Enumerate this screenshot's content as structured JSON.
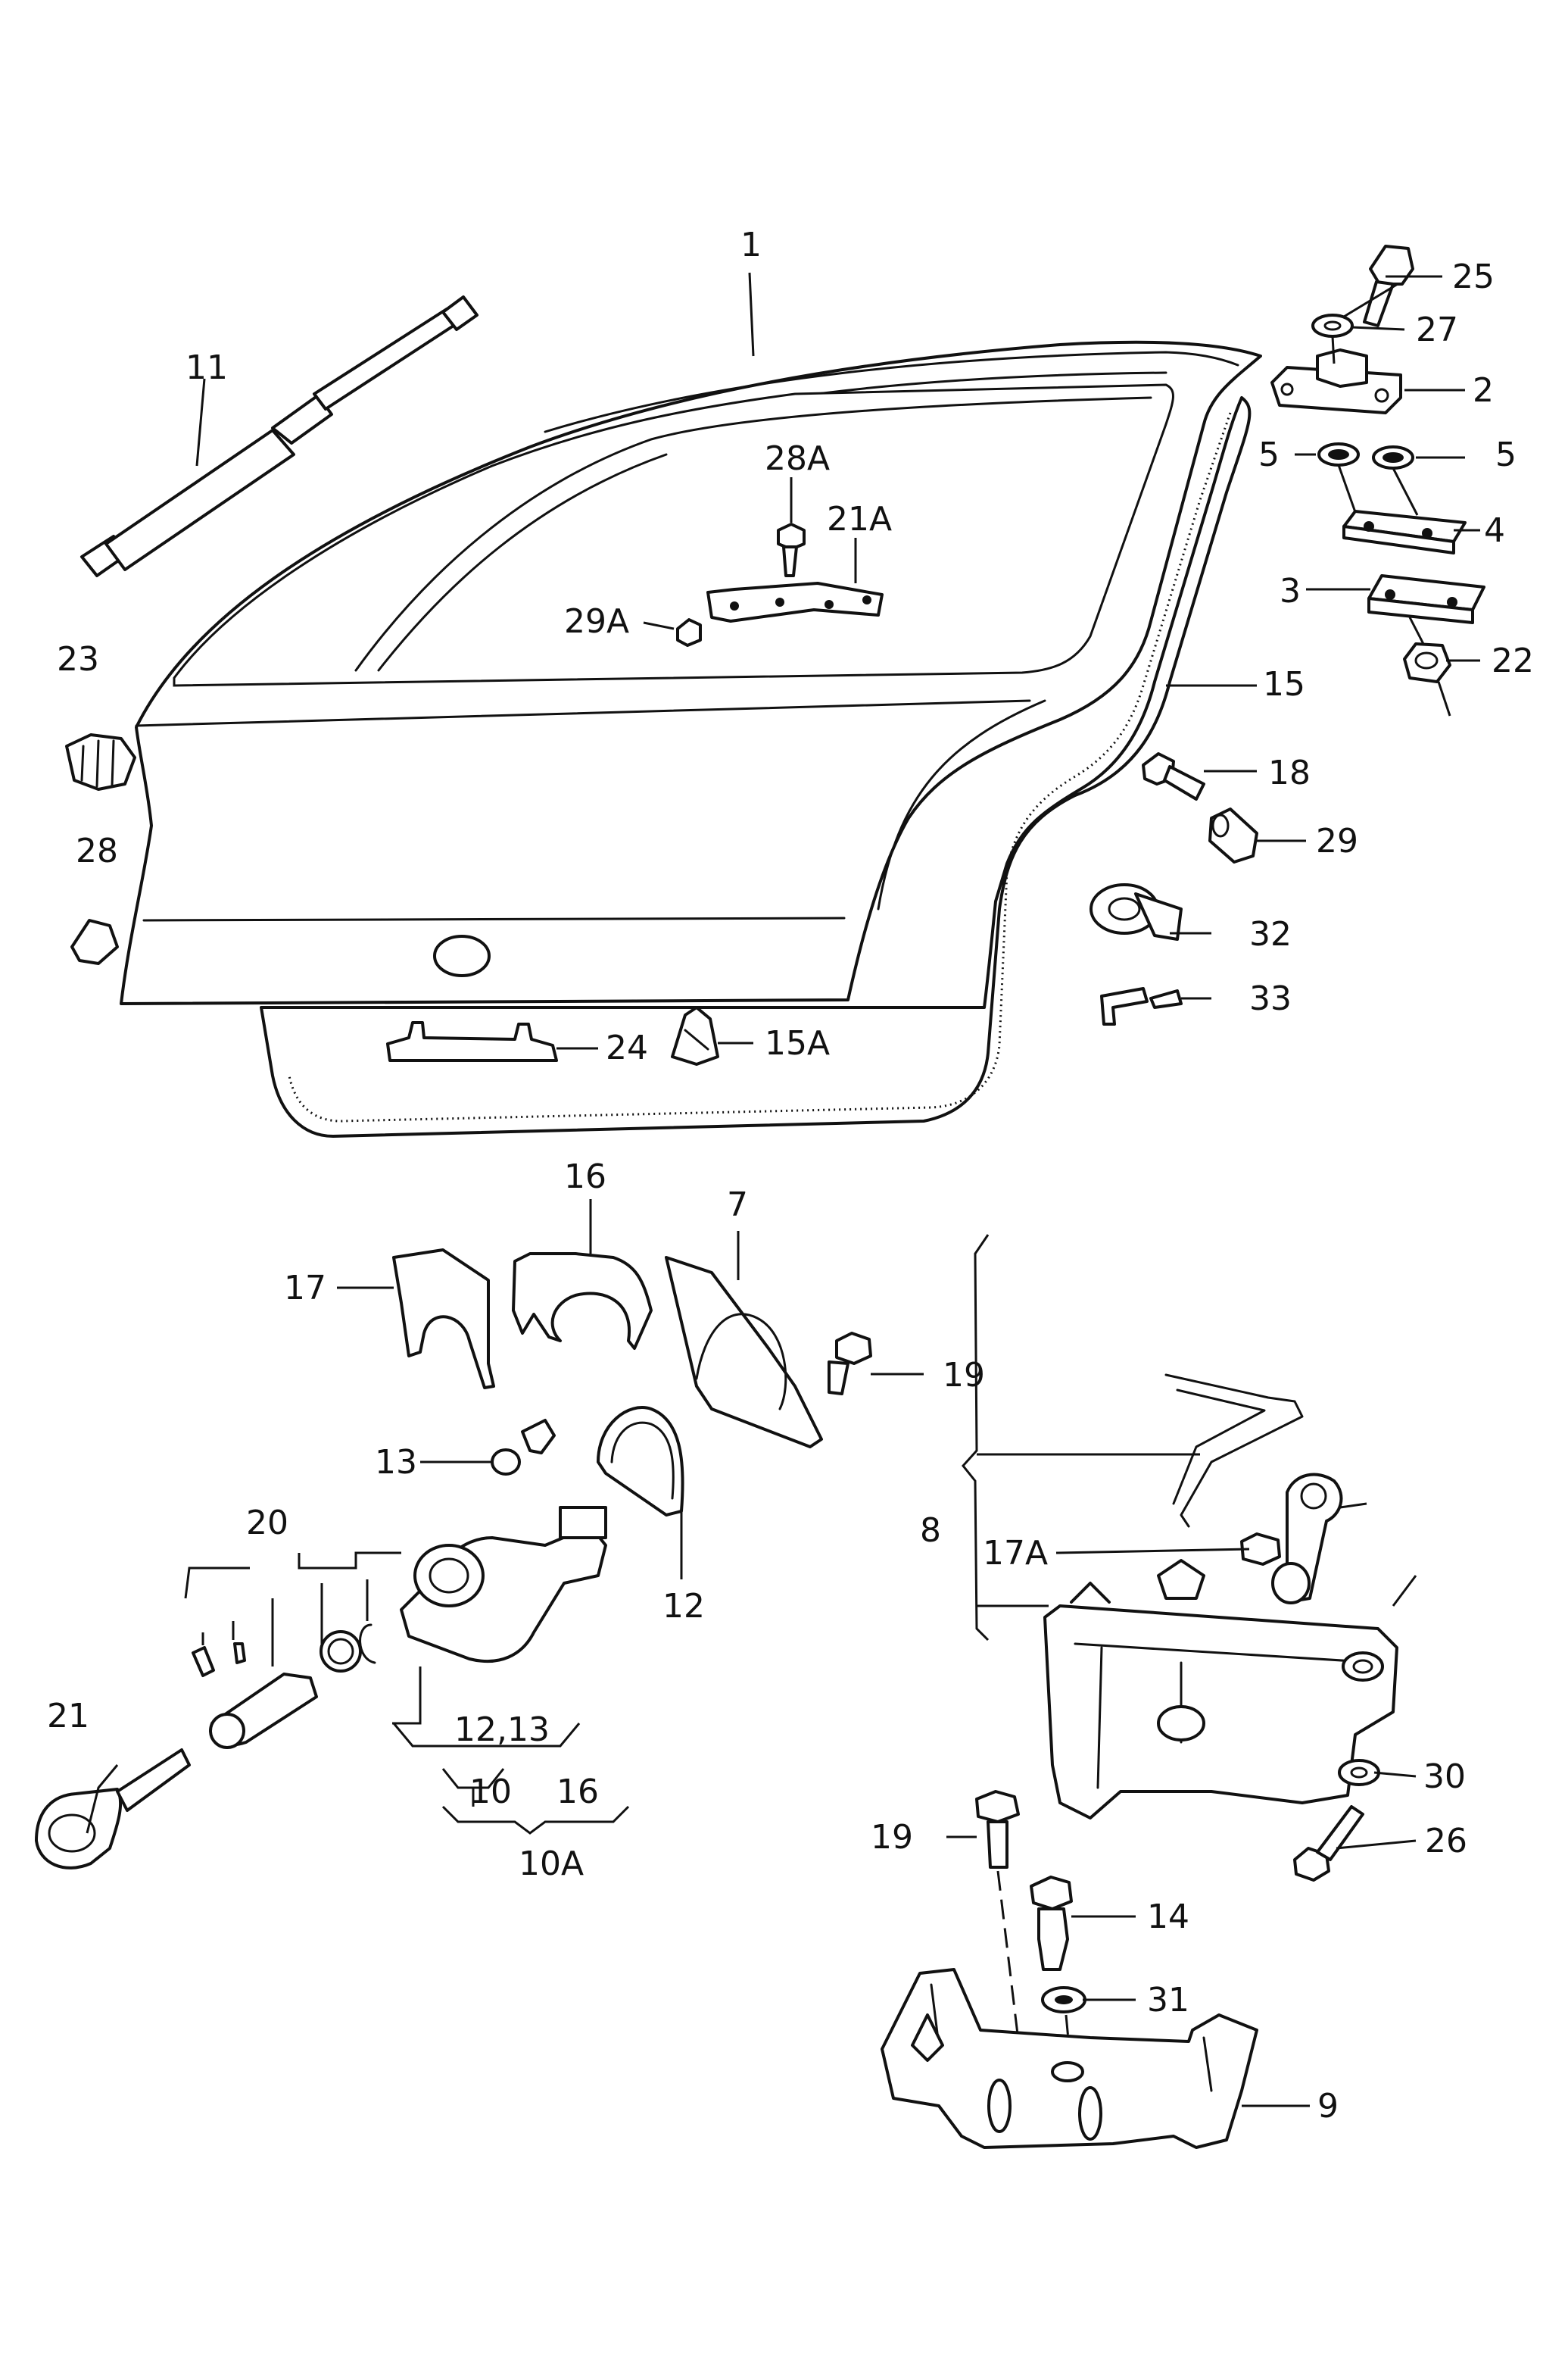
{
  "diagram": {
    "callouts": [
      "1",
      "2",
      "3",
      "4",
      "5",
      "5",
      "7",
      "8",
      "9",
      "10",
      "10A",
      "11",
      "12",
      "12,13",
      "13",
      "14",
      "15",
      "15A",
      "16",
      "16",
      "17",
      "17A",
      "18",
      "19",
      "19",
      "20",
      "21",
      "21A",
      "22",
      "23",
      "24",
      "25",
      "26",
      "27",
      "28",
      "28A",
      "29",
      "29A",
      "30",
      "31",
      "32",
      "33"
    ]
  }
}
